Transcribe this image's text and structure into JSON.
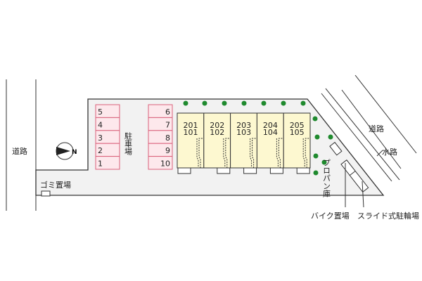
{
  "labels": {
    "road_left": "道路",
    "road_right": "道路",
    "waterway": "水路",
    "parking": "駐車場",
    "garbage": "ゴミ置場",
    "propane": "プロパン庫",
    "bike": "バイク置場",
    "slide_bike": "スライド式駐輪場",
    "compass": "N"
  },
  "parking_left": [
    "5",
    "4",
    "3",
    "2",
    "1"
  ],
  "parking_right": [
    "6",
    "7",
    "8",
    "9",
    "10"
  ],
  "units": [
    {
      "upper": "201",
      "lower": "101"
    },
    {
      "upper": "202",
      "lower": "102"
    },
    {
      "upper": "203",
      "lower": "103"
    },
    {
      "upper": "204",
      "lower": "104"
    },
    {
      "upper": "205",
      "lower": "105"
    }
  ],
  "colors": {
    "parking": "#fde8ec",
    "parking_border": "#d9607a",
    "unit": "#fdf8d0",
    "tree": "#1f8a2e",
    "lot": "#f2f2f2"
  }
}
